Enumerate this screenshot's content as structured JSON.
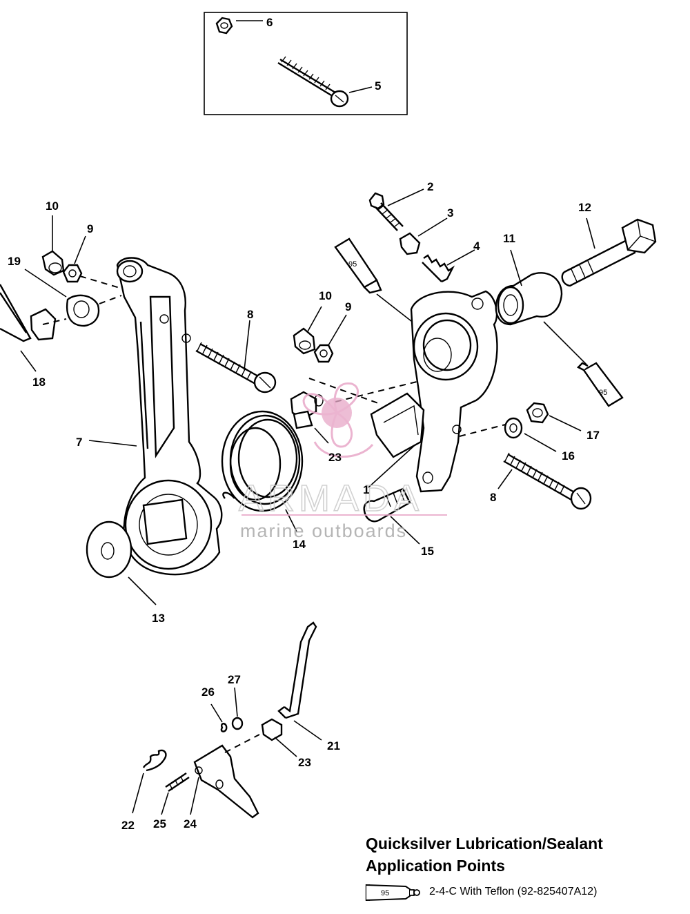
{
  "callouts": {
    "n1": "1",
    "n2": "2",
    "n3": "3",
    "n4": "4",
    "n5": "5",
    "n6": "6",
    "n7": "7",
    "n8a": "8",
    "n8b": "8",
    "n9a": "9",
    "n9b": "9",
    "n10a": "10",
    "n10b": "10",
    "n11": "11",
    "n12": "12",
    "n13": "13",
    "n14": "14",
    "n15": "15",
    "n16": "16",
    "n17": "17",
    "n18": "18",
    "n19": "19",
    "n21": "21",
    "n22": "22",
    "n23a": "23",
    "n23b": "23",
    "n24": "24",
    "n25": "25",
    "n26": "26",
    "n27": "27"
  },
  "tube_label": "95",
  "watermark": {
    "brand": "ARMADA",
    "tagline": "marine outboards",
    "accent_color": "#e8a8c8"
  },
  "legend": {
    "title_line1": "Quicksilver Lubrication/Sealant",
    "title_line2": "Application Points",
    "tube_label": "95",
    "entry_text": "2-4-C  With Teflon (92-825407A12)"
  }
}
